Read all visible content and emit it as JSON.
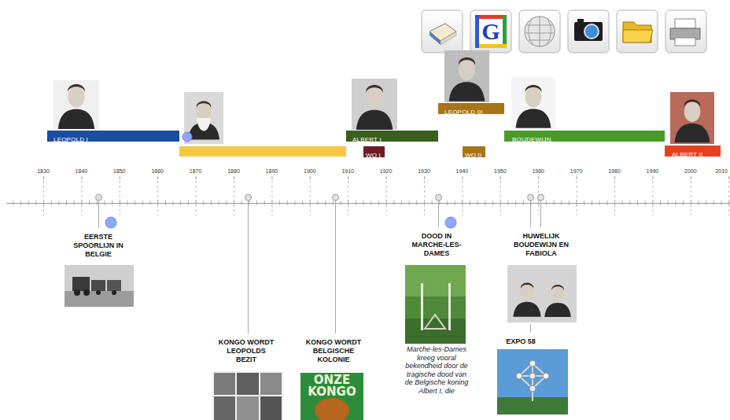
{
  "diagram": {
    "nodes": [
      {
        "text": [
          "LEOPOLD I"
        ]
      },
      {
        "text": [
          "ALBERT I"
        ]
      },
      {
        "text": [
          "WO I"
        ]
      },
      {
        "text": [
          "LEOPOLD III"
        ]
      },
      {
        "text": [
          "WO II"
        ]
      },
      {
        "text": [
          "BOUDEWIJN"
        ]
      },
      {
        "text": [
          "ALBERT II"
        ]
      }
    ],
    "labels": [
      "G",
      "1830",
      "1840",
      "1850",
      "1860",
      "1870",
      "1880",
      "1890",
      "1900",
      "1910",
      "1920",
      "1930",
      "1940",
      "1950",
      "1960",
      "1970",
      "1980",
      "1990",
      "2000",
      "2010",
      "EERSTE SPOORLIJN IN BELGIE",
      "KONGO WORDT LEOPOLDS BEZIT",
      "KONGO WORDT BELGISCHE KOLONIE",
      "ONZE KONGO",
      "DOOD IN MARCHE-LES-DAMES",
      "Marche-les-Dames kreeg vooral bekendheid door de tragische dood van de Belgische koning Albert I, die",
      "HUWELIJK BOUDEWIJN EN FABIOLA",
      "EXPO 58"
    ]
  }
}
